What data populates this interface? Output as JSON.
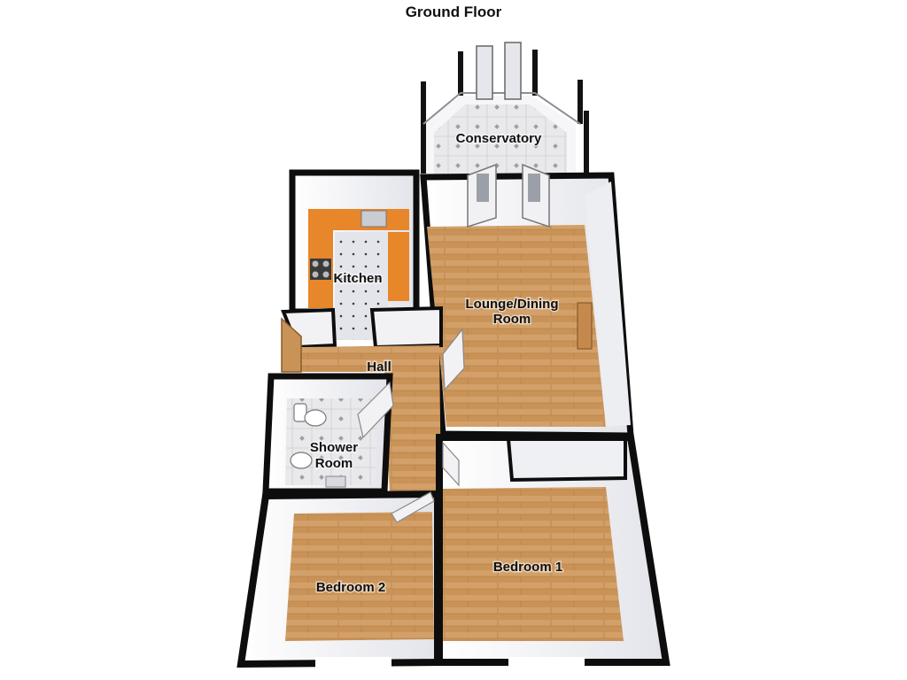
{
  "title": "Ground Floor",
  "rooms": {
    "conservatory": "Conservatory",
    "kitchen": "Kitchen",
    "lounge_line1": "Lounge/Dining",
    "lounge_line2": "Room",
    "hall": "Hall",
    "shower_line1": "Shower",
    "shower_line2": "Room",
    "bedroom1": "Bedroom 1",
    "bedroom2": "Bedroom 2"
  },
  "colors": {
    "wall": "#0d0d0d",
    "wood_floor": "#c99358",
    "tile_floor": "#e6e6e8",
    "kitchen_counter": "#e8862a",
    "inner_wall": "#f4f4f6"
  }
}
